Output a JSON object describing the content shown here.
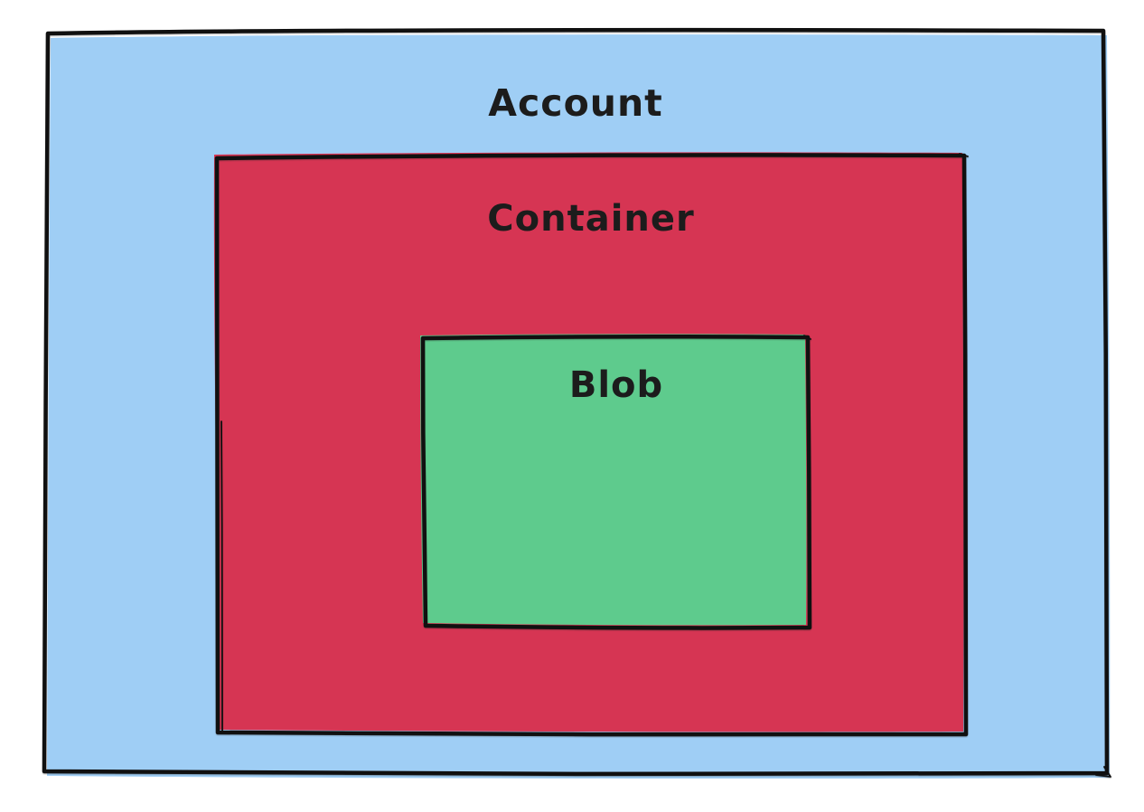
{
  "diagram": {
    "background": "#ffffff",
    "stroke_color": "#101010",
    "text_color": "#1c1c1c",
    "boxes": [
      {
        "id": "account",
        "label": "Account",
        "fill": "#9fcef5"
      },
      {
        "id": "container",
        "label": "Container",
        "fill": "#d63553"
      },
      {
        "id": "blob",
        "label": "Blob",
        "fill": "#5ecb8d"
      }
    ]
  }
}
